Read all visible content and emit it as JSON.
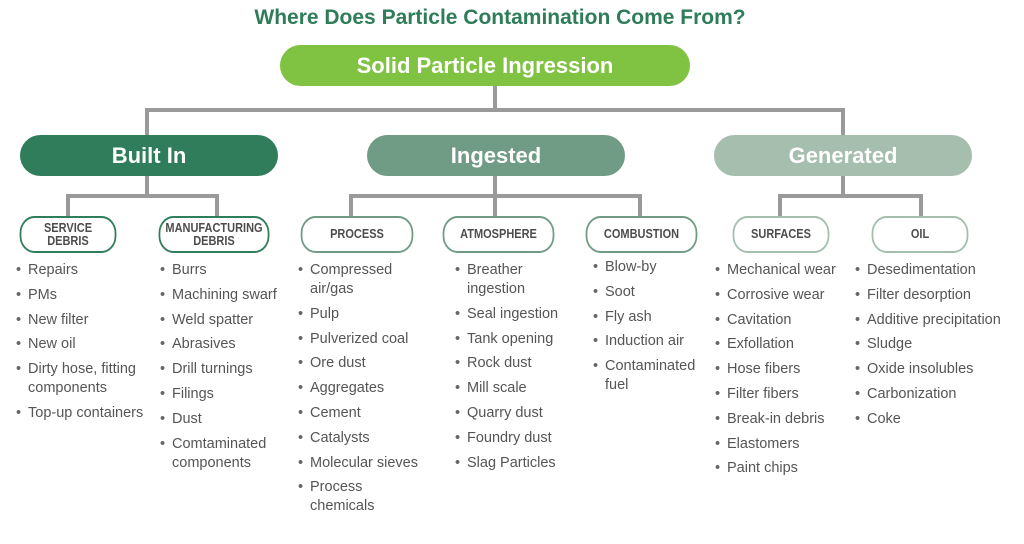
{
  "title": "Where Does Particle Contamination Come From?",
  "root": "Solid Particle Ingression",
  "colors": {
    "title": "#2f7d58",
    "root": "#80c242",
    "built_in": "#2f7d5a",
    "ingested": "#709c86",
    "generated": "#a5bead",
    "connector": "#9a9a9a"
  },
  "categories": [
    {
      "label": "Built In",
      "groups": [
        {
          "label": "SERVICE DEBRIS",
          "items": [
            "Repairs",
            "PMs",
            "New filter",
            "New oil",
            "Dirty hose, fitting components",
            "Top-up containers"
          ]
        },
        {
          "label": "MANUFACTURING DEBRIS",
          "items": [
            "Burrs",
            "Machining swarf",
            "Weld spatter",
            "Abrasives",
            "Drill turnings",
            "Filings",
            "Dust",
            "Comtaminated components"
          ]
        }
      ]
    },
    {
      "label": "Ingested",
      "groups": [
        {
          "label": "PROCESS",
          "items": [
            "Compressed air/gas",
            "Pulp",
            "Pulverized coal",
            "Ore dust",
            "Aggregates",
            "Cement",
            "Catalysts",
            "Molecular sieves",
            "Process chemicals"
          ]
        },
        {
          "label": "ATMOSPHERE",
          "items": [
            "Breather ingestion",
            "Seal ingestion",
            "Tank opening",
            "Rock dust",
            "Mill scale",
            "Quarry dust",
            "Foundry dust",
            "Slag Particles"
          ]
        },
        {
          "label": "COMBUSTION",
          "items": [
            "Blow-by",
            "Soot",
            "Fly ash",
            "Induction air",
            "Contaminated fuel"
          ]
        }
      ]
    },
    {
      "label": "Generated",
      "groups": [
        {
          "label": "SURFACES",
          "items": [
            "Mechanical wear",
            "Corrosive wear",
            "Cavitation",
            "Exfollation",
            "Hose fibers",
            "Filter fibers",
            "Break-in debris",
            "Elastomers",
            "Paint chips"
          ]
        },
        {
          "label": "OIL",
          "items": [
            "Desedimentation",
            "Filter desorption",
            "Additive precipitation",
            "Sludge",
            "Oxide insolubles",
            "Carbonization",
            "Coke"
          ]
        }
      ]
    }
  ]
}
